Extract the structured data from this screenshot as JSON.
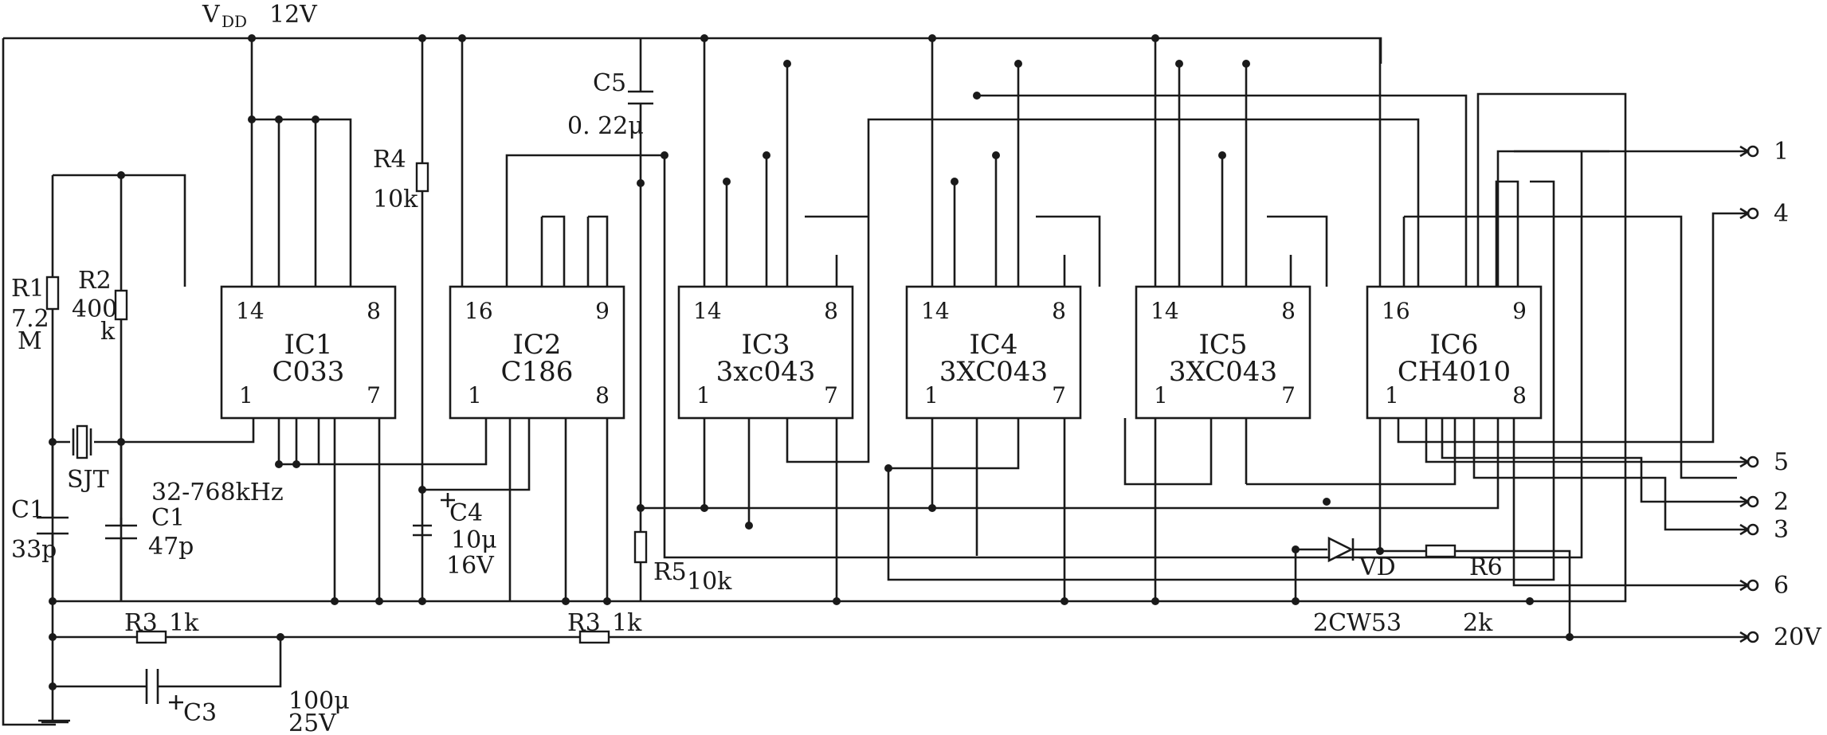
{
  "supply": {
    "vdd_label": "V",
    "vdd_sub": "DD",
    "vdd_value": "12V"
  },
  "ics": [
    {
      "name": "IC1",
      "part": "C033",
      "pin_tl": "14",
      "pin_tr": "8",
      "pin_bl": "1",
      "pin_br": "7"
    },
    {
      "name": "IC2",
      "part": "C186",
      "pin_tl": "16",
      "pin_tr": "9",
      "pin_bl": "1",
      "pin_br": "8"
    },
    {
      "name": "IC3",
      "part": "3xc043",
      "pin_tl": "14",
      "pin_tr": "8",
      "pin_bl": "1",
      "pin_br": "7"
    },
    {
      "name": "IC4",
      "part": "3XC043",
      "pin_tl": "14",
      "pin_tr": "8",
      "pin_bl": "1",
      "pin_br": "7"
    },
    {
      "name": "IC5",
      "part": "3XC043",
      "pin_tl": "14",
      "pin_tr": "8",
      "pin_bl": "1",
      "pin_br": "7"
    },
    {
      "name": "IC6",
      "part": "CH4010",
      "pin_tl": "16",
      "pin_tr": "9",
      "pin_bl": "1",
      "pin_br": "8"
    }
  ],
  "components": {
    "r1": {
      "name": "R1",
      "value_a": "7.2",
      "value_b": "M"
    },
    "r2": {
      "name": "R2",
      "value_a": "400",
      "value_b": "k"
    },
    "r3a": {
      "name": "R3",
      "value": "1k"
    },
    "r3b": {
      "name": "R3",
      "value": "1k"
    },
    "r4": {
      "name": "R4",
      "value": "10k"
    },
    "r5": {
      "name": "R5",
      "value": "10k"
    },
    "r6": {
      "name": "R6",
      "value": "2k"
    },
    "c1a": {
      "name": "C1",
      "value": "33p"
    },
    "c1b": {
      "name": "C1",
      "value": "47p"
    },
    "c3": {
      "name": "C3",
      "value_a": "100μ",
      "value_b": "25V"
    },
    "c4": {
      "name": "C4",
      "value_a": "10μ",
      "value_b": "16V"
    },
    "c5": {
      "name": "C5",
      "value": "0. 22μ"
    },
    "xtal": {
      "name": "SJT",
      "freq": "32-768kHz"
    },
    "diode": {
      "name": "VD",
      "part": "2CW53"
    }
  },
  "terminals": [
    {
      "label": "1"
    },
    {
      "label": "4"
    },
    {
      "label": "5"
    },
    {
      "label": "2"
    },
    {
      "label": "3"
    },
    {
      "label": "6"
    },
    {
      "label": "20V"
    }
  ]
}
